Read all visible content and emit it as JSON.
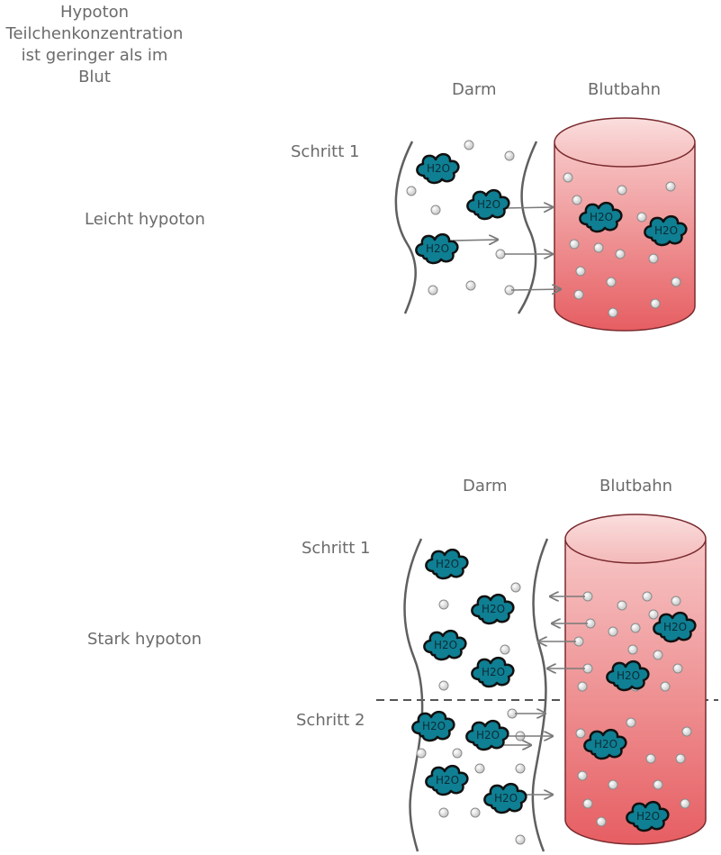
{
  "caption": {
    "line1": "Hypoton",
    "line2": "Teilchenkonzentration",
    "line3": "ist geringer als im",
    "line4": "Blut"
  },
  "molecule_label": "H2O",
  "colors": {
    "text": "#6b6b6b",
    "wall": "#5f5f5f",
    "molecule": "#0f7f93",
    "molecule_outline": "#111111",
    "particle": "#d3d3d3",
    "arrow": "#7a7a7a",
    "vessel_top": "#f7c6c6",
    "vessel_bottom": "#e65e62"
  },
  "panels": [
    {
      "name": "Leicht hypoton",
      "label_darm": "Darm",
      "label_blutbahn": "Blutbahn",
      "steps": [
        "Schritt 1"
      ]
    },
    {
      "name": "Stark hypoton",
      "label_darm": "Darm",
      "label_blutbahn": "Blutbahn",
      "steps": [
        "Schritt 1",
        "Schritt 2"
      ]
    }
  ]
}
